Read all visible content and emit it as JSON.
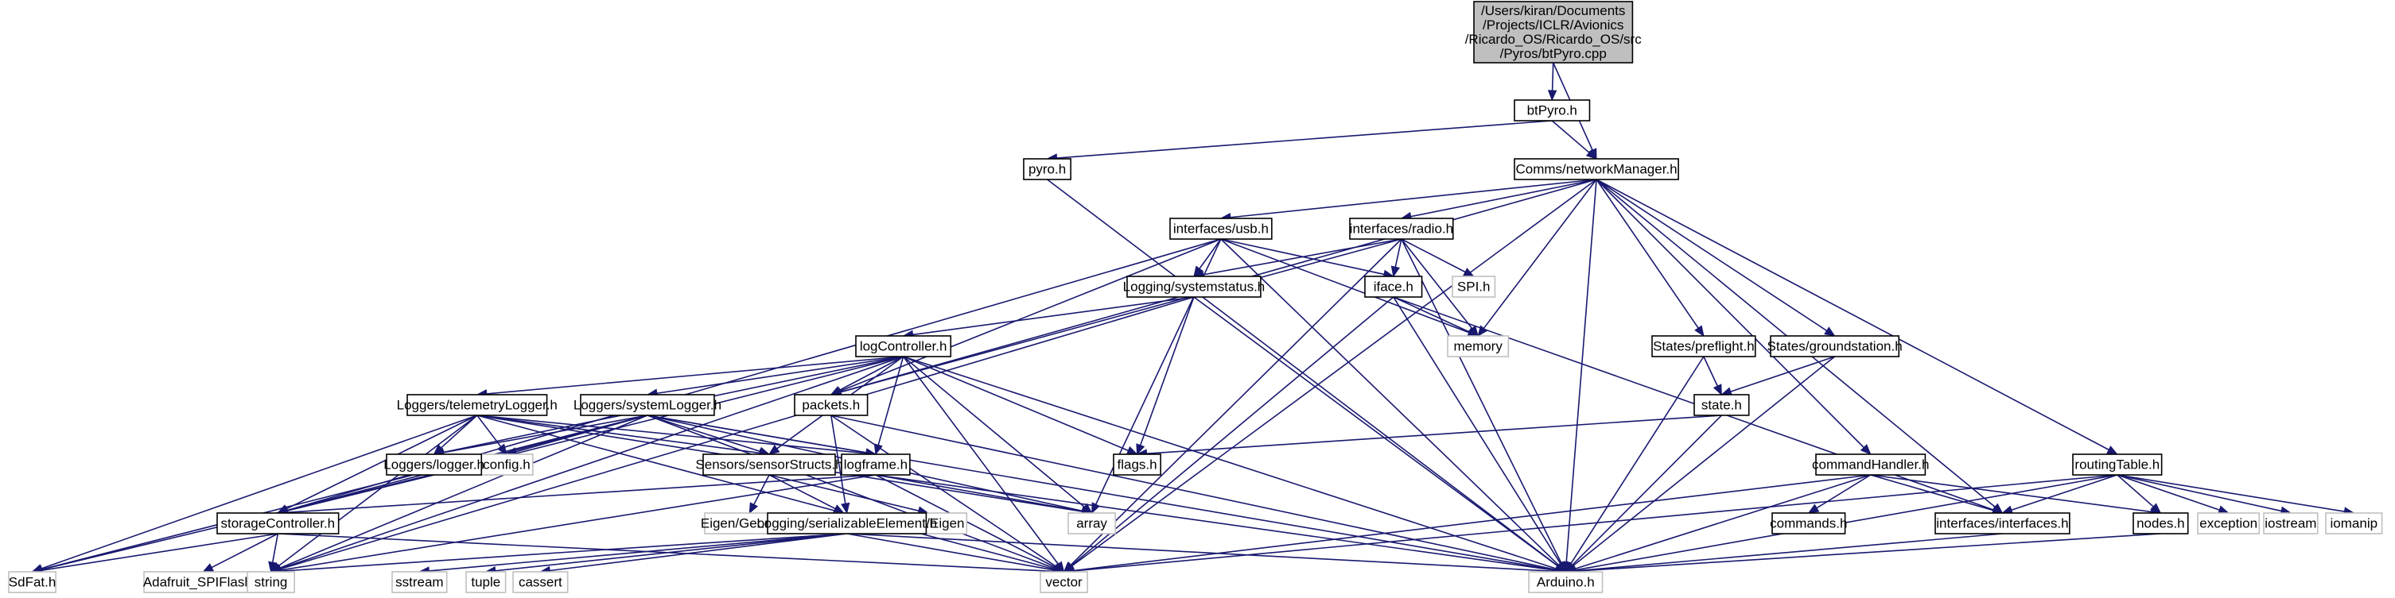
{
  "graph": {
    "nodes": [
      {
        "id": "root",
        "kind": "root",
        "lines": [
          "/Users/kiran/Documents",
          "/Projects/ICLR/Avionics",
          "/Ricardo_OS/Ricardo_OS/src",
          "/Pyros/btPyro.cpp"
        ]
      },
      {
        "id": "btPyro",
        "kind": "local",
        "lines": [
          "btPyro.h"
        ]
      },
      {
        "id": "pyro",
        "kind": "local",
        "lines": [
          "pyro.h"
        ]
      },
      {
        "id": "networkManager",
        "kind": "local",
        "lines": [
          "Comms/networkManager.h"
        ]
      },
      {
        "id": "usb",
        "kind": "local",
        "lines": [
          "interfaces/usb.h"
        ]
      },
      {
        "id": "radio",
        "kind": "local",
        "lines": [
          "interfaces/radio.h"
        ]
      },
      {
        "id": "spi",
        "kind": "system",
        "lines": [
          "SPI.h"
        ]
      },
      {
        "id": "systemstatus",
        "kind": "local",
        "lines": [
          "Logging/systemstatus.h"
        ]
      },
      {
        "id": "iface",
        "kind": "local",
        "lines": [
          "iface.h"
        ]
      },
      {
        "id": "memory",
        "kind": "system",
        "lines": [
          "memory"
        ]
      },
      {
        "id": "preflight",
        "kind": "local",
        "lines": [
          "States/preflight.h"
        ]
      },
      {
        "id": "groundstation",
        "kind": "local",
        "lines": [
          "States/groundstation.h"
        ]
      },
      {
        "id": "logController",
        "kind": "local",
        "lines": [
          "logController.h"
        ]
      },
      {
        "id": "packets",
        "kind": "local",
        "lines": [
          "packets.h"
        ]
      },
      {
        "id": "state",
        "kind": "local",
        "lines": [
          "state.h"
        ]
      },
      {
        "id": "telemetryLogger",
        "kind": "local",
        "lines": [
          "Loggers/telemetryLogger.h"
        ]
      },
      {
        "id": "systemLogger",
        "kind": "local",
        "lines": [
          "Loggers/systemLogger.h"
        ]
      },
      {
        "id": "flags",
        "kind": "local",
        "lines": [
          "flags.h"
        ]
      },
      {
        "id": "config",
        "kind": "system",
        "lines": [
          "config.h"
        ]
      },
      {
        "id": "logger",
        "kind": "local",
        "lines": [
          "Loggers/logger.h"
        ]
      },
      {
        "id": "sensorStructs",
        "kind": "local",
        "lines": [
          "Sensors/sensorStructs.h"
        ]
      },
      {
        "id": "logframe",
        "kind": "local",
        "lines": [
          "logframe.h"
        ]
      },
      {
        "id": "commandHandler",
        "kind": "local",
        "lines": [
          "commandHandler.h"
        ]
      },
      {
        "id": "routingTable",
        "kind": "local",
        "lines": [
          "routingTable.h"
        ]
      },
      {
        "id": "eigenGeometry",
        "kind": "system",
        "lines": [
          "Eigen/Geometry"
        ]
      },
      {
        "id": "eigenCore",
        "kind": "system",
        "lines": [
          "Eigen/Core"
        ]
      },
      {
        "id": "eigenEigen",
        "kind": "system",
        "lines": [
          "Eigen/Eigen"
        ]
      },
      {
        "id": "storageController",
        "kind": "local",
        "lines": [
          "storageController.h"
        ]
      },
      {
        "id": "serializableElement",
        "kind": "local",
        "lines": [
          "Logging/serializableElement.h"
        ]
      },
      {
        "id": "array",
        "kind": "system",
        "lines": [
          "array"
        ]
      },
      {
        "id": "commands",
        "kind": "local",
        "lines": [
          "commands.h"
        ]
      },
      {
        "id": "interfaces",
        "kind": "local",
        "lines": [
          "interfaces/interfaces.h"
        ]
      },
      {
        "id": "nodes",
        "kind": "local",
        "lines": [
          "nodes.h"
        ]
      },
      {
        "id": "exception",
        "kind": "system",
        "lines": [
          "exception"
        ]
      },
      {
        "id": "iostream",
        "kind": "system",
        "lines": [
          "iostream"
        ]
      },
      {
        "id": "iomanip",
        "kind": "system",
        "lines": [
          "iomanip"
        ]
      },
      {
        "id": "sdfat",
        "kind": "system",
        "lines": [
          "SdFat.h"
        ]
      },
      {
        "id": "adafruit",
        "kind": "system",
        "lines": [
          "Adafruit_SPIFlash.h"
        ]
      },
      {
        "id": "string",
        "kind": "system",
        "lines": [
          "string"
        ]
      },
      {
        "id": "sstream",
        "kind": "system",
        "lines": [
          "sstream"
        ]
      },
      {
        "id": "tuple",
        "kind": "system",
        "lines": [
          "tuple"
        ]
      },
      {
        "id": "cassert",
        "kind": "system",
        "lines": [
          "cassert"
        ]
      },
      {
        "id": "vector",
        "kind": "system",
        "lines": [
          "vector"
        ]
      },
      {
        "id": "arduino",
        "kind": "system",
        "lines": [
          "Arduino.h"
        ]
      }
    ],
    "edges": [
      [
        "root",
        "btPyro"
      ],
      [
        "root",
        "networkManager"
      ],
      [
        "btPyro",
        "pyro"
      ],
      [
        "btPyro",
        "networkManager"
      ],
      [
        "pyro",
        "arduino"
      ],
      [
        "networkManager",
        "usb"
      ],
      [
        "networkManager",
        "radio"
      ],
      [
        "networkManager",
        "memory"
      ],
      [
        "networkManager",
        "preflight"
      ],
      [
        "networkManager",
        "groundstation"
      ],
      [
        "networkManager",
        "commandHandler"
      ],
      [
        "networkManager",
        "routingTable"
      ],
      [
        "networkManager",
        "interfaces"
      ],
      [
        "networkManager",
        "arduino"
      ],
      [
        "networkManager",
        "packets"
      ],
      [
        "networkManager",
        "vector"
      ],
      [
        "usb",
        "systemstatus"
      ],
      [
        "usb",
        "iface"
      ],
      [
        "usb",
        "memory"
      ],
      [
        "usb",
        "packets"
      ],
      [
        "usb",
        "arduino"
      ],
      [
        "usb",
        "array"
      ],
      [
        "usb",
        "storageController"
      ],
      [
        "radio",
        "spi"
      ],
      [
        "radio",
        "systemstatus"
      ],
      [
        "radio",
        "iface"
      ],
      [
        "radio",
        "memory"
      ],
      [
        "radio",
        "packets"
      ],
      [
        "radio",
        "arduino"
      ],
      [
        "radio",
        "vector"
      ],
      [
        "systemstatus",
        "logController"
      ],
      [
        "systemstatus",
        "flags"
      ],
      [
        "systemstatus",
        "arduino"
      ],
      [
        "systemstatus",
        "string"
      ],
      [
        "iface",
        "memory"
      ],
      [
        "iface",
        "interfaces"
      ],
      [
        "iface",
        "arduino"
      ],
      [
        "iface",
        "vector"
      ],
      [
        "preflight",
        "state"
      ],
      [
        "preflight",
        "arduino"
      ],
      [
        "groundstation",
        "state"
      ],
      [
        "groundstation",
        "arduino"
      ],
      [
        "logController",
        "telemetryLogger"
      ],
      [
        "logController",
        "systemLogger"
      ],
      [
        "logController",
        "logger"
      ],
      [
        "logController",
        "packets"
      ],
      [
        "logController",
        "sensorStructs"
      ],
      [
        "logController",
        "logframe"
      ],
      [
        "logController",
        "flags"
      ],
      [
        "logController",
        "array"
      ],
      [
        "logController",
        "vector"
      ],
      [
        "logController",
        "string"
      ],
      [
        "logController",
        "arduino"
      ],
      [
        "logController",
        "storageController"
      ],
      [
        "packets",
        "serializableElement"
      ],
      [
        "packets",
        "arduino"
      ],
      [
        "packets",
        "vector"
      ],
      [
        "state",
        "flags"
      ],
      [
        "state",
        "arduino"
      ],
      [
        "telemetryLogger",
        "logger"
      ],
      [
        "telemetryLogger",
        "config"
      ],
      [
        "telemetryLogger",
        "sensorStructs"
      ],
      [
        "telemetryLogger",
        "logframe"
      ],
      [
        "telemetryLogger",
        "storageController"
      ],
      [
        "telemetryLogger",
        "sdfat"
      ],
      [
        "telemetryLogger",
        "string"
      ],
      [
        "telemetryLogger",
        "vector"
      ],
      [
        "telemetryLogger",
        "array"
      ],
      [
        "systemLogger",
        "logger"
      ],
      [
        "systemLogger",
        "config"
      ],
      [
        "systemLogger",
        "sensorStructs"
      ],
      [
        "systemLogger",
        "logframe"
      ],
      [
        "systemLogger",
        "storageController"
      ],
      [
        "systemLogger",
        "sdfat"
      ],
      [
        "systemLogger",
        "string"
      ],
      [
        "systemLogger",
        "vector"
      ],
      [
        "systemLogger",
        "array"
      ],
      [
        "systemLogger",
        "arduino"
      ],
      [
        "logger",
        "storageController"
      ],
      [
        "logger",
        "sdfat"
      ],
      [
        "sensorStructs",
        "eigenGeometry"
      ],
      [
        "sensorStructs",
        "eigenCore"
      ],
      [
        "sensorStructs",
        "eigenEigen"
      ],
      [
        "logframe",
        "storageController"
      ],
      [
        "logframe",
        "array"
      ],
      [
        "logframe",
        "vector"
      ],
      [
        "logframe",
        "string"
      ],
      [
        "logframe",
        "arduino"
      ],
      [
        "storageController",
        "sdfat"
      ],
      [
        "storageController",
        "adafruit"
      ],
      [
        "storageController",
        "string"
      ],
      [
        "storageController",
        "vector"
      ],
      [
        "serializableElement",
        "sstream"
      ],
      [
        "serializableElement",
        "tuple"
      ],
      [
        "serializableElement",
        "cassert"
      ],
      [
        "serializableElement",
        "string"
      ],
      [
        "serializableElement",
        "vector"
      ],
      [
        "serializableElement",
        "arduino"
      ],
      [
        "commandHandler",
        "commands"
      ],
      [
        "commandHandler",
        "interfaces"
      ],
      [
        "commandHandler",
        "nodes"
      ],
      [
        "commandHandler",
        "arduino"
      ],
      [
        "commandHandler",
        "vector"
      ],
      [
        "routingTable",
        "interfaces"
      ],
      [
        "routingTable",
        "nodes"
      ],
      [
        "routingTable",
        "exception"
      ],
      [
        "routingTable",
        "iostream"
      ],
      [
        "routingTable",
        "iomanip"
      ],
      [
        "routingTable",
        "vector"
      ],
      [
        "routingTable",
        "arduino"
      ],
      [
        "interfaces",
        "arduino"
      ],
      [
        "nodes",
        "arduino"
      ]
    ]
  }
}
